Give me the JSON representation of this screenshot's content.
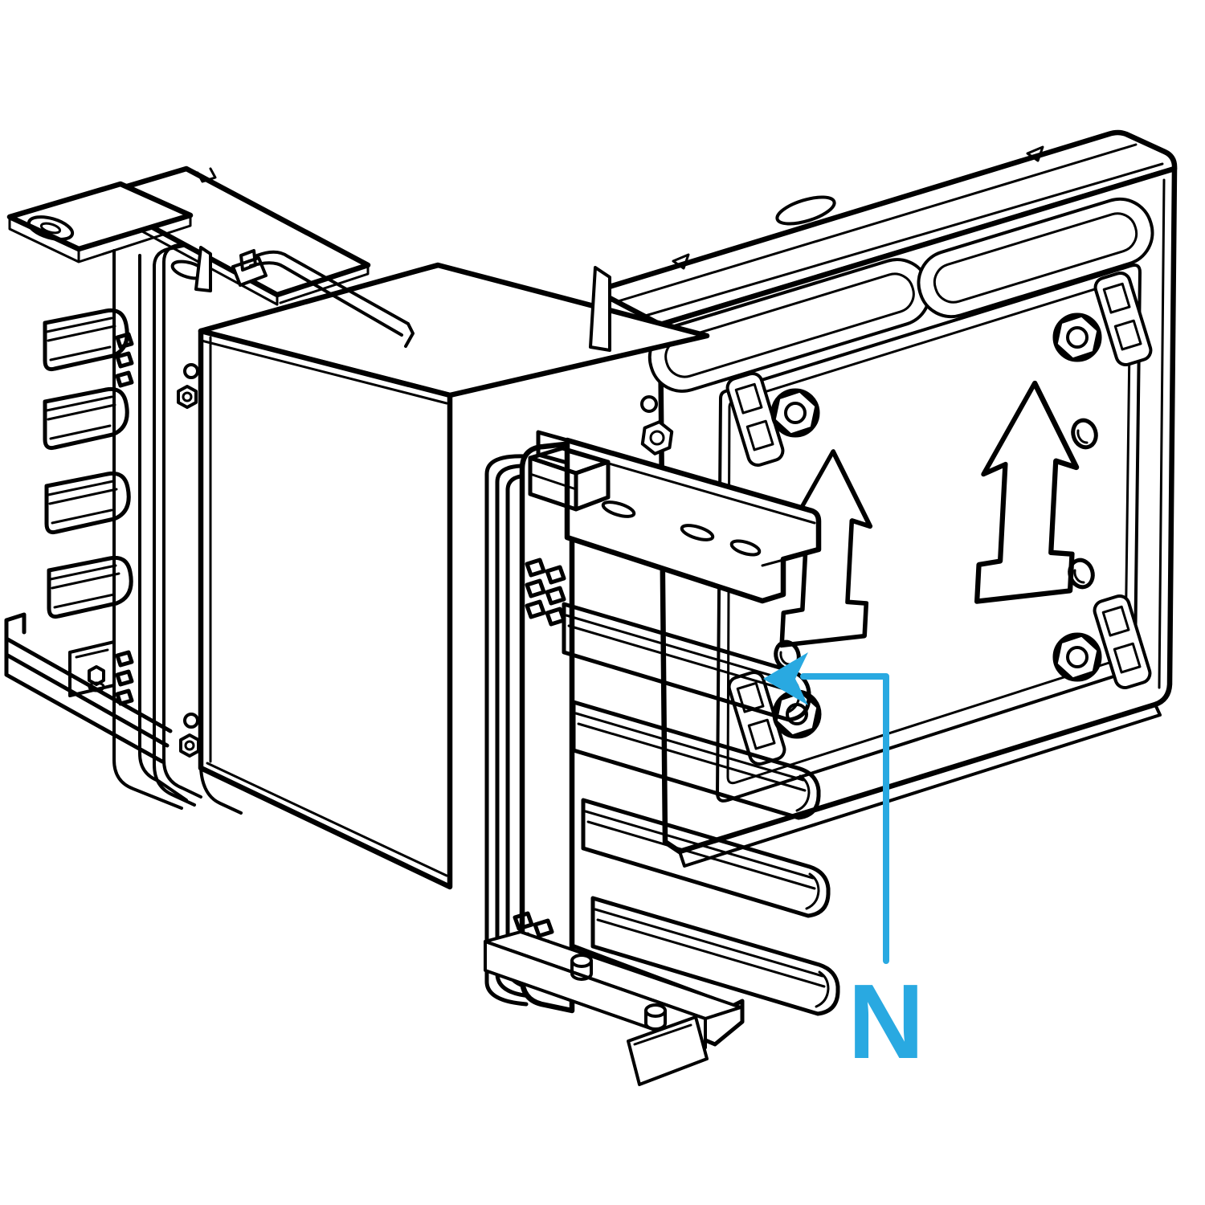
{
  "figure": {
    "background_color": "#FFFFFF",
    "line_color": "#000000",
    "accent_color": "#29A9E1",
    "annotation": {
      "label": "N",
      "color": "#29A9E1",
      "points_to": "neutral-conductor-blade"
    },
    "highlighted_parts": [
      "left-neutral-blade",
      "front-neutral-blade"
    ],
    "icons": {
      "direction_arrow": "up-arrow",
      "fastener": "hex-flange-bolt",
      "mold_mark": "triangle",
      "annotation_pointer": "left-arrowhead"
    }
  }
}
